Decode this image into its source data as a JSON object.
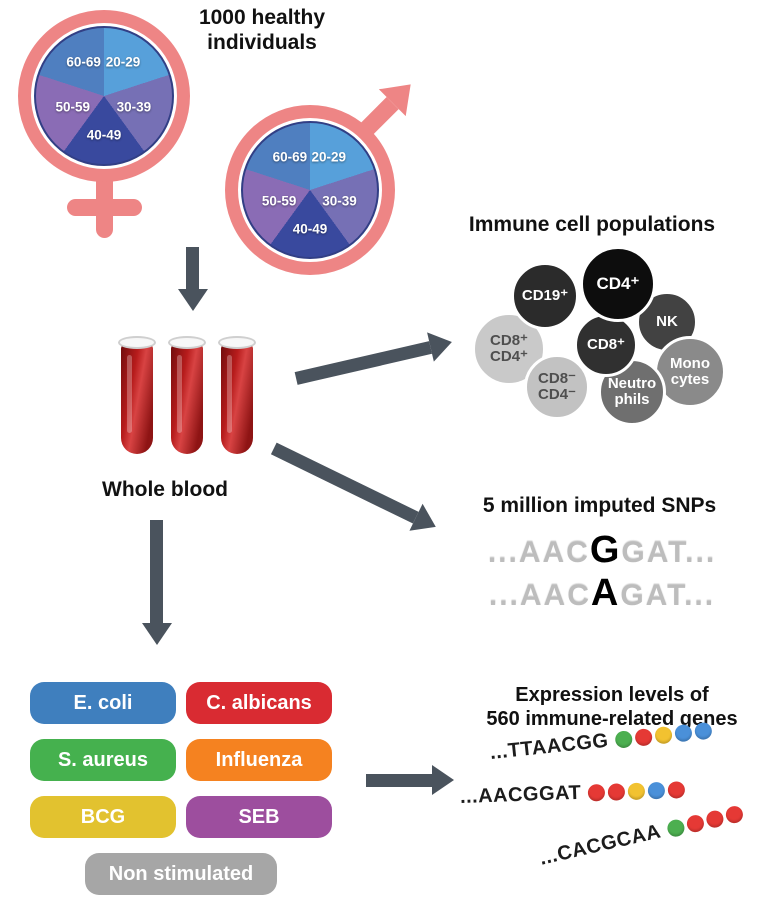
{
  "demographics": {
    "title": "1000 healthy\nindividuals",
    "pie": {
      "labels": [
        "20-29",
        "30-39",
        "40-49",
        "50-59",
        "60-69"
      ],
      "slice_colors": [
        "#57a0da",
        "#7670b5",
        "#39499e",
        "#8a6cb5",
        "#4f7fc0"
      ],
      "symbol_color": "#ee8585"
    }
  },
  "blood": {
    "label": "Whole blood"
  },
  "immune": {
    "title": "Immune cell populations",
    "cells": [
      {
        "label": "CD19⁺",
        "bg": "#2b2b2b"
      },
      {
        "label": "CD4⁺",
        "bg": "#0d0d0d"
      },
      {
        "label": "NK",
        "bg": "#424242"
      },
      {
        "label": "CD8⁺",
        "bg": "#303030"
      },
      {
        "label": "CD8⁺\nCD4⁺",
        "bg": "#c9c9c9"
      },
      {
        "label": "Mono\ncytes",
        "bg": "#8a8a8a"
      },
      {
        "label": "CD8⁻\nCD4⁻",
        "bg": "#c2c2c2"
      },
      {
        "label": "Neutro\nphils",
        "bg": "#6f6f6f"
      }
    ]
  },
  "snps": {
    "title": "5 million imputed SNPs",
    "rows": [
      {
        "pre": "...AAC",
        "variant": "G",
        "post": "GAT..."
      },
      {
        "pre": "...AAC",
        "variant": "A",
        "post": "GAT..."
      }
    ]
  },
  "stimuli": {
    "items": [
      {
        "label": "E. coli",
        "color": "#3f7fbe"
      },
      {
        "label": "C. albicans",
        "color": "#d92b32"
      },
      {
        "label": "S. aureus",
        "color": "#45b14e"
      },
      {
        "label": "Influenza",
        "color": "#f58220"
      },
      {
        "label": "BCG",
        "color": "#e2c22f"
      },
      {
        "label": "SEB",
        "color": "#9d4e9e"
      },
      {
        "label": "Non stimulated",
        "color": "#a6a6a6"
      }
    ]
  },
  "expression": {
    "title": "Expression levels of\n560 immune-related genes",
    "rows": [
      {
        "seq": "...TTAACGG",
        "dots": [
          "#4CAF50",
          "#E53935",
          "#F2C230",
          "#4A90D9",
          "#4A90D9"
        ]
      },
      {
        "seq": "...AACGGAT",
        "dots": [
          "#E53935",
          "#E53935",
          "#F2C230",
          "#4A90D9",
          "#E53935"
        ]
      },
      {
        "seq": "...CACGCAA",
        "dots": [
          "#4CAF50",
          "#E53935",
          "#E53935",
          "#E53935"
        ]
      }
    ]
  },
  "arrow_color": "#4a535d"
}
